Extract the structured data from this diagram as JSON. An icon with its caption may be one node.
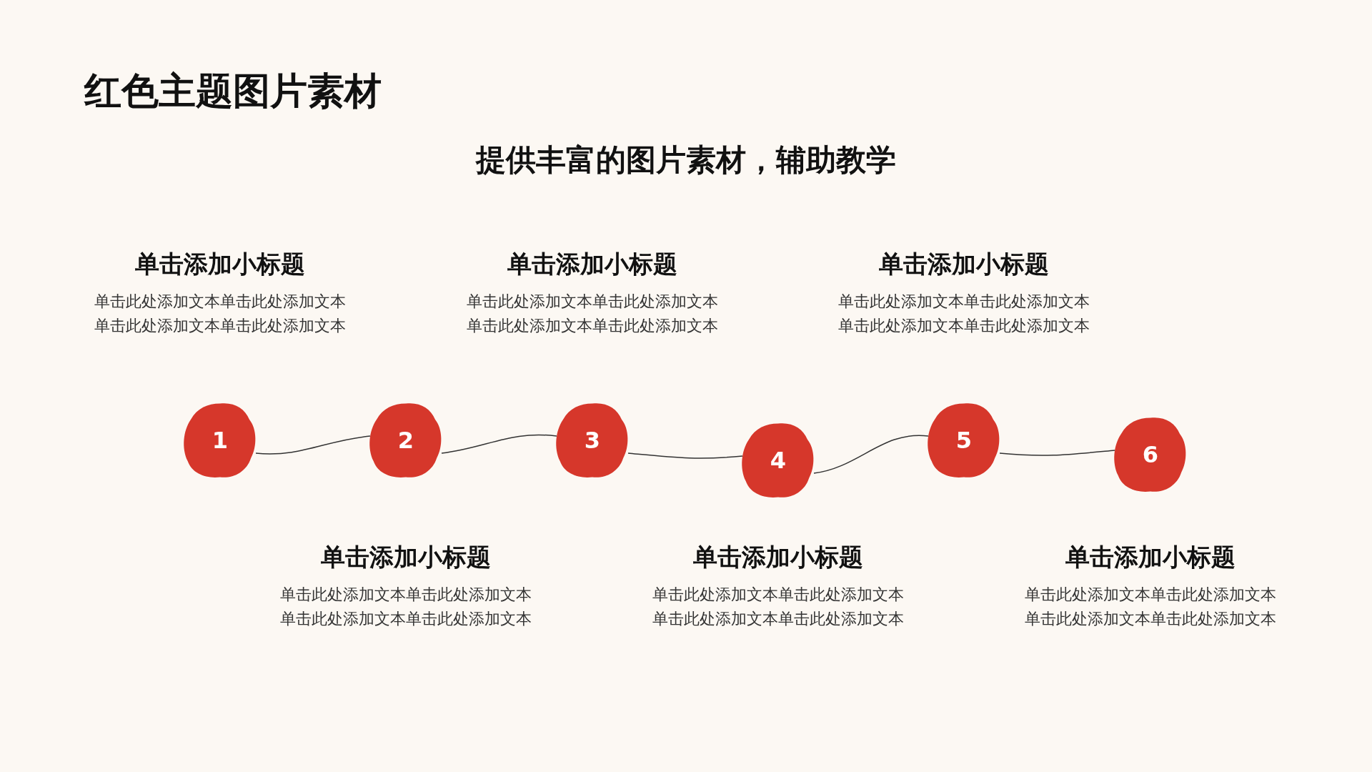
{
  "diagram": {
    "title": "红色主题图片素材",
    "caption": "提供丰富的图片素材，辅助教学",
    "nodes": [
      {
        "text": [
          "1"
        ],
        "beside": [
          "单击添加小标题",
          "单击此处添加文本单击此处添加文本单击此处添加文本单击此处添加文本"
        ]
      },
      {
        "text": [
          "2"
        ],
        "beside": [
          "单击添加小标题",
          "单击此处添加文本单击此处添加文本单击此处添加文本单击此处添加文本"
        ]
      },
      {
        "text": [
          "3"
        ],
        "beside": [
          "单击添加小标题",
          "单击此处添加文本单击此处添加文本单击此处添加文本单击此处添加文本"
        ]
      },
      {
        "text": [
          "4"
        ],
        "beside": [
          "单击添加小标题",
          "单击此处添加文本单击此处添加文本单击此处添加文本单击此处添加文本"
        ]
      },
      {
        "text": [
          "5"
        ],
        "beside": [
          "单击添加小标题",
          "单击此处添加文本单击此处添加文本单击此处添加文本单击此处添加文本"
        ]
      },
      {
        "text": [
          "6"
        ],
        "beside": [
          "单击添加小标题",
          "单击此处添加文本单击此处添加文本单击此处添加文本单击此处添加文本"
        ]
      }
    ],
    "edges": [
      {
        "from": 0,
        "to": 1,
        "arrow": "none"
      },
      {
        "from": 1,
        "to": 2,
        "arrow": "none"
      },
      {
        "from": 2,
        "to": 3,
        "arrow": "none"
      },
      {
        "from": 3,
        "to": 4,
        "arrow": "none"
      },
      {
        "from": 4,
        "to": 5,
        "arrow": "none"
      }
    ]
  }
}
